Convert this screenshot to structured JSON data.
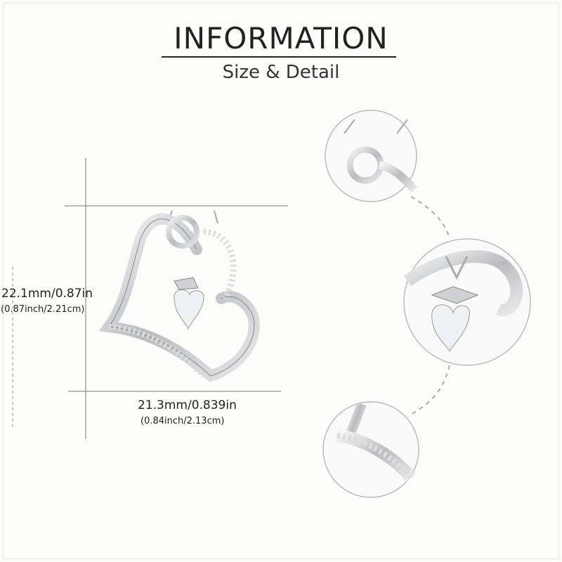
{
  "header": {
    "title": "INFORMATION",
    "subtitle": "Size & Detail"
  },
  "dimensions": {
    "height_primary": "22.1mm/0.87in",
    "height_secondary": "(0.87inch/2.21cm)",
    "width_primary": "21.3mm/0.839in",
    "width_secondary": "(0.84inch/2.13cm)"
  }
}
